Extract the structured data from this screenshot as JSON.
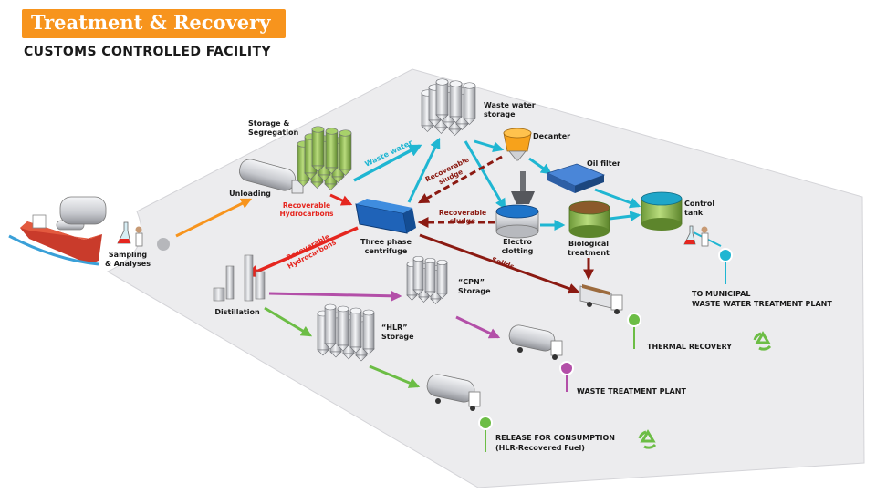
{
  "header": {
    "title": "Treatment & Recovery",
    "subtitle": "CUSTOMS CONTROLLED FACILITY"
  },
  "colors": {
    "accent": "#f7941d",
    "platform": "#ececee",
    "water_flow": "#1fb6d2",
    "hydrocarbon_flow": "#e5261f",
    "sludge_flow": "#8b1a12",
    "cpn_flow": "#b34fa8",
    "hlr_flow": "#6cbd45",
    "unloading_flow": "#f7941d",
    "recycle": "#6cbd45"
  },
  "icons": {
    "tanker_ship": "tanker-ship-icon",
    "lab_flask": "flask-icon",
    "truck": "truck-icon",
    "recycle": "recycle-icon"
  },
  "nodes": {
    "sampling": [
      "Sampling",
      "& Analyses"
    ],
    "unloading": [
      "Unloading"
    ],
    "storage": [
      "Storage &",
      "Segregation"
    ],
    "centrifuge": [
      "Three phase",
      "centrifuge"
    ],
    "waste_storage": [
      "Waste water",
      "storage"
    ],
    "decanter": [
      "Decanter"
    ],
    "oil_filter": [
      "Oil filter"
    ],
    "electro": [
      "Electro",
      "clotting"
    ],
    "bio": [
      "Biological",
      "treatment"
    ],
    "control": [
      "Control",
      "tank"
    ],
    "distillation": [
      "Distillation"
    ],
    "cpn": [
      "“CPN”",
      "Storage"
    ],
    "hlr": [
      "“HLR”",
      "Storage"
    ]
  },
  "flows": {
    "waste_water": [
      "Waste water"
    ],
    "rec_hydro_1": [
      "Recoverable",
      "Hydrocarbons"
    ],
    "rec_sludge_1": [
      "Recoverable",
      "sludge"
    ],
    "rec_sludge_2": [
      "Recoverable",
      "sludge"
    ],
    "rec_hydro_2": [
      "Recoverable",
      "Hydrocarbons"
    ],
    "solids": [
      "Solids"
    ]
  },
  "destinations": {
    "municipal": [
      "TO MUNICIPAL",
      "WASTE WATER TREATMENT PLANT"
    ],
    "thermal": [
      "THERMAL RECOVERY"
    ],
    "waste_plant": [
      "WASTE TREATMENT PLANT"
    ],
    "release": [
      "RELEASE FOR CONSUMPTION",
      "(HLR-Recovered Fuel)"
    ]
  }
}
